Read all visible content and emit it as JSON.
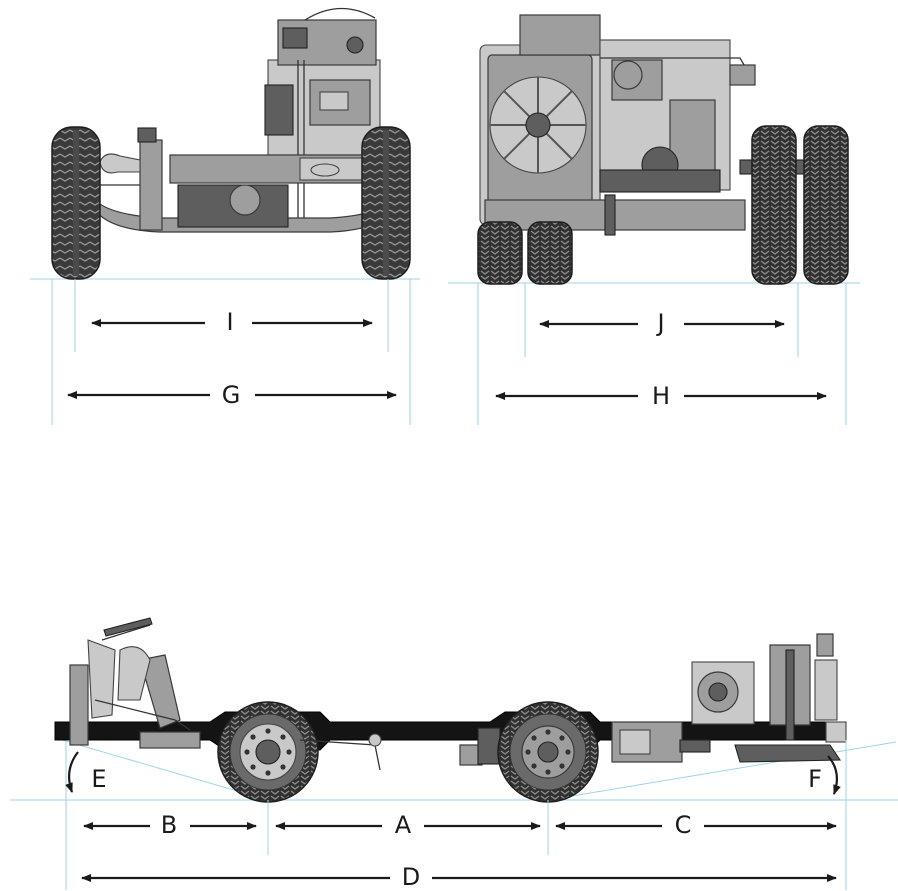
{
  "dimensions": {
    "front_track": "I",
    "front_width": "G",
    "rear_track": "J",
    "rear_width": "H",
    "front_overhang": "B",
    "wheelbase": "A",
    "rear_overhang": "C",
    "overall_length": "D",
    "approach_angle": "E",
    "departure_angle": "F"
  },
  "colors": {
    "extension_lines": "#9fd3ea",
    "arrows": "#1a1a1a",
    "frame": "#141414",
    "tires": "#3a3a3a"
  }
}
